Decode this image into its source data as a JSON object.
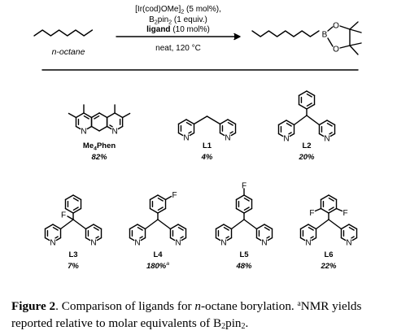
{
  "reaction": {
    "reagent_line1": "[Ir(cod)OMe]",
    "reagent_line1_sub": "2",
    "reagent_line1_tail": " (5 mol%),",
    "reagent_line2": "B",
    "reagent_line2_sub1": "2",
    "reagent_line2_mid": "pin",
    "reagent_line2_sub2": "2",
    "reagent_line2_tail": " (1 equiv.)",
    "reagent_line3_bold": "ligand",
    "reagent_line3_tail": " (10 mol%)",
    "conditions": "neat, 120 °C",
    "substrate_label": "n-octane",
    "atom_b": "B",
    "atom_o": "O"
  },
  "ligands": [
    {
      "name": "Me",
      "name_sub": "4",
      "name_tail": "Phen",
      "yield": "82%"
    },
    {
      "name": "L1",
      "yield": "4%"
    },
    {
      "name": "L2",
      "yield": "20%"
    },
    {
      "name": "L3",
      "yield": "7%"
    },
    {
      "name": "L4",
      "yield": "180%",
      "yield_sup": "a"
    },
    {
      "name": "L5",
      "yield": "48%"
    },
    {
      "name": "L6",
      "yield": "22%"
    }
  ],
  "atoms": {
    "N": "N",
    "F": "F"
  },
  "caption": {
    "label": "Figure 2",
    "text1": ". Comparison of ligands for ",
    "italic": "n",
    "text2": "-octane borylation. ",
    "sup": "a",
    "text3": "NMR yields reported relative to molar equivalents of B",
    "sub1": "2",
    "text4": "pin",
    "sub2": "2",
    "text5": "."
  }
}
